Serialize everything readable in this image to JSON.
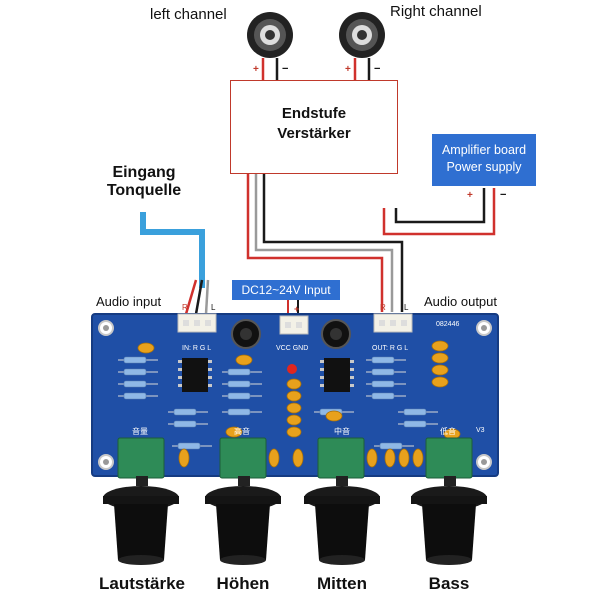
{
  "speakers": {
    "left_label": "left channel",
    "right_label": "Right channel",
    "plus": "+",
    "minus": "−"
  },
  "amp_stage": {
    "line1": "Endstufe",
    "line2": "Verstärker"
  },
  "power_supply": {
    "line1": "Amplifier board",
    "line2": "Power supply",
    "plus": "+",
    "minus": "−"
  },
  "source": {
    "line1": "Eingang",
    "line2": "Tonquelle"
  },
  "board": {
    "audio_input_label": "Audio input",
    "audio_output_label": "Audio output",
    "dc_input_label": "DC12~24V Input",
    "in_pins": "IN: R  G  L",
    "out_pins": "OUT: R  G  L",
    "vcc_gnd": "VCC  GND",
    "pin_r": "R",
    "pin_l": "L",
    "code": "082446",
    "version": "V3",
    "pot_labels": [
      "音量",
      "高音",
      "中音",
      "低音"
    ]
  },
  "knobs": [
    {
      "label": "Lautstärke"
    },
    {
      "label": "Höhen"
    },
    {
      "label": "Mitten"
    },
    {
      "label": "Bass"
    }
  ],
  "colors": {
    "wire_red": "#d0312d",
    "wire_black": "#1a1a1a",
    "wire_grey": "#9a9a9a",
    "wire_blue": "#3aa0dc",
    "pcb": "#1f4fa6",
    "box_blue": "#2f6fd1",
    "pot_green": "#2e8b57",
    "knob": "#0d0d0d"
  }
}
